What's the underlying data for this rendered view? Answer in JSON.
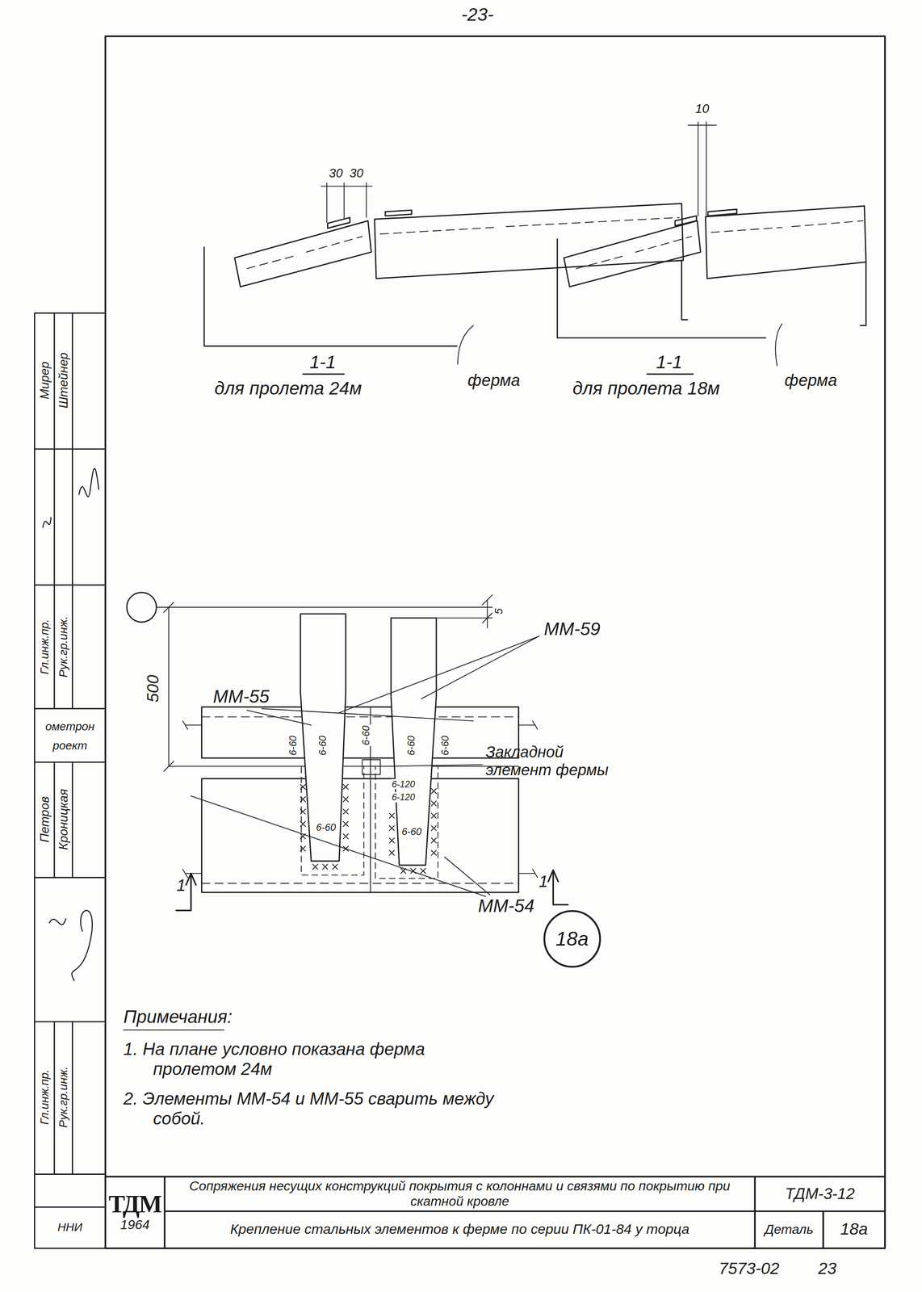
{
  "diagram": {
    "nodes": [
      {
        "text": [
          "18а"
        ]
      },
      {
        "text": [
          "ТДМ",
          "1964"
        ]
      },
      {
        "text": [
          "Сопряжения несущих конструкций покрытия с колоннами и связями по покрытию при скатной кровле"
        ]
      },
      {
        "text": [
          "ТДМ-3-12"
        ]
      },
      {
        "text": [
          "Крепление стальных элементов к ферме по серии ПК-01-84 у торца"
        ]
      },
      {
        "text": [
          "Деталь"
        ]
      },
      {
        "text": [
          "18а"
        ]
      }
    ],
    "labels": [
      "-23-",
      "30",
      "30",
      "ферма",
      "1-1",
      "для пролета 24м",
      "10",
      "ферма",
      "1-1",
      "для пролета 18м",
      "5",
      "500",
      "ММ-59",
      "ММ-55",
      "Закладной элемент фермы",
      "6-60",
      "6-60",
      "6-60",
      "6-60",
      "6-60",
      "6-60",
      "6-60",
      "6-120",
      "6-120",
      "ММ-54",
      "1",
      "1",
      "Примечания:",
      "1. На плане условно показана ферма пролетом 24м",
      "2. Элементы ММ-54 и ММ-55 сварить между собой.",
      "7573-02",
      "23",
      "Мирер",
      "Штейнер",
      "Гл.инж.пр.",
      "Рук.гр.инж.",
      "ометрон",
      "роект",
      "Петров",
      "Кроницкая",
      "Гл.инж.пр.",
      "Рук.гр.инж.",
      "ННИ"
    ]
  }
}
